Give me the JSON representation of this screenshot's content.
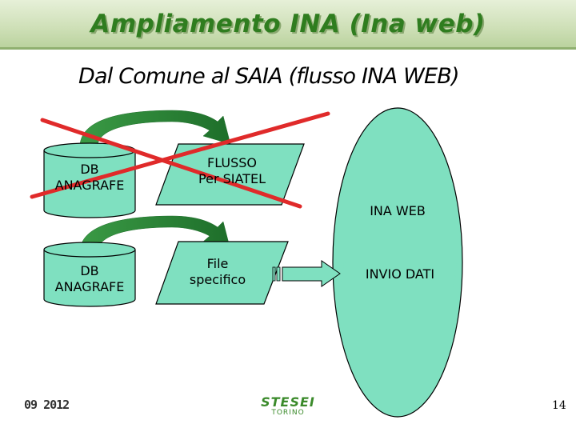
{
  "slide": {
    "title": "Ampliamento INA (Ina web)",
    "subtitle": "Dal Comune al SAIA (flusso INA WEB)"
  },
  "flow_old": {
    "db_label": "DB\nANAGRAFE",
    "file_label": "FLUSSO\nPer SIATEL",
    "status": "crossed-out"
  },
  "flow_new": {
    "db_label": "DB\nANAGRAFE",
    "file_label": "File\nspecifico"
  },
  "ina_web": {
    "label": "INA WEB",
    "action_label": "INVIO DATI"
  },
  "footer": {
    "date": "09 2012",
    "logo_text": "STESEI",
    "logo_subtext": "TORINO",
    "page_number": "14"
  },
  "colors": {
    "shape_fill": "#7fe0c0",
    "curved_arrow": "#2f8a3a",
    "cross": "#e02a2a",
    "title": "#2f7d1f"
  }
}
